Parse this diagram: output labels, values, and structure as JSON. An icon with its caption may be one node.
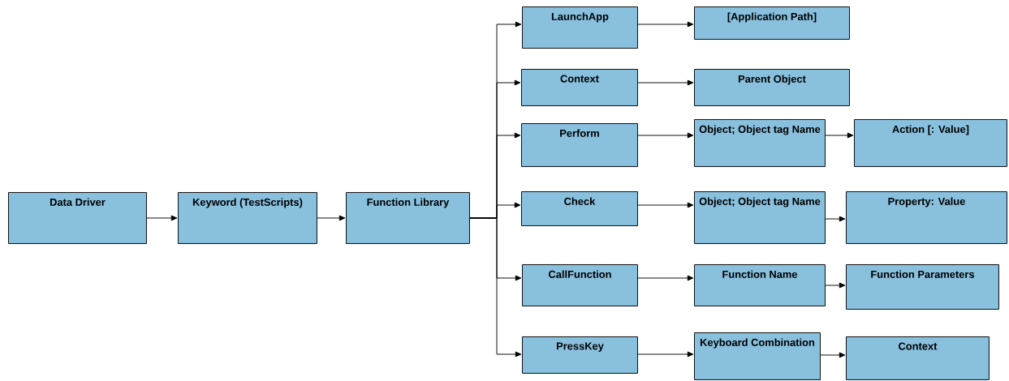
{
  "diagram": {
    "nodes": [
      {
        "text": [
          "Data Driver"
        ]
      },
      {
        "text": [
          "Keyword (TestScripts)"
        ]
      },
      {
        "text": [
          "Function Library"
        ]
      },
      {
        "text": [
          "LaunchApp"
        ]
      },
      {
        "text": [
          "[Application Path]"
        ]
      },
      {
        "text": [
          "Context"
        ]
      },
      {
        "text": [
          "Parent Object"
        ]
      },
      {
        "text": [
          "Perform"
        ]
      },
      {
        "text": [
          "Object; Object tag Name"
        ]
      },
      {
        "text": [
          "Action [: Value]"
        ]
      },
      {
        "text": [
          "Check"
        ]
      },
      {
        "text": [
          "Object; Object tag Name"
        ]
      },
      {
        "text": [
          "Property: Value"
        ]
      },
      {
        "text": [
          "CallFunction"
        ]
      },
      {
        "text": [
          "Function Name"
        ]
      },
      {
        "text": [
          "Function Parameters"
        ]
      },
      {
        "text": [
          "PressKey"
        ]
      },
      {
        "text": [
          "Keyboard Combination"
        ]
      },
      {
        "text": [
          "Context"
        ]
      }
    ],
    "edges": [
      {
        "from": 0,
        "to": 1,
        "arrow": "to"
      },
      {
        "from": 1,
        "to": 2,
        "arrow": "to"
      },
      {
        "from": 2,
        "to": 3,
        "arrow": "to"
      },
      {
        "from": 2,
        "to": 5,
        "arrow": "to"
      },
      {
        "from": 2,
        "to": 7,
        "arrow": "to"
      },
      {
        "from": 2,
        "to": 10,
        "arrow": "to"
      },
      {
        "from": 2,
        "to": 13,
        "arrow": "to"
      },
      {
        "from": 2,
        "to": 16,
        "arrow": "to"
      },
      {
        "from": 3,
        "to": 4,
        "arrow": "to"
      },
      {
        "from": 5,
        "to": 6,
        "arrow": "to"
      },
      {
        "from": 7,
        "to": 8,
        "arrow": "to"
      },
      {
        "from": 8,
        "to": 9,
        "arrow": "to"
      },
      {
        "from": 10,
        "to": 11,
        "arrow": "to"
      },
      {
        "from": 11,
        "to": 12,
        "arrow": "to"
      },
      {
        "from": 13,
        "to": 14,
        "arrow": "to"
      },
      {
        "from": 14,
        "to": 15,
        "arrow": "to"
      },
      {
        "from": 16,
        "to": 17,
        "arrow": "to"
      },
      {
        "from": 17,
        "to": 18,
        "arrow": "to"
      }
    ]
  }
}
